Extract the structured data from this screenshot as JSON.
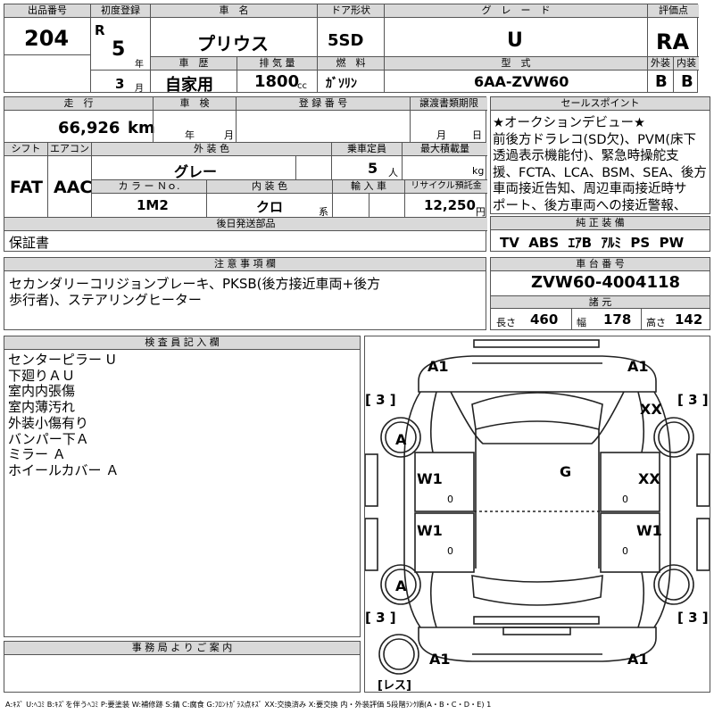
{
  "row1": {
    "h_lot": "出品番号",
    "lot": "204",
    "h_first_reg": "初度登録",
    "era": "R",
    "year_val": "5",
    "year_unit": "年",
    "month_val": "3",
    "month_unit": "月",
    "h_name": "車　名",
    "name": "プリウス",
    "h_door": "ドア形状",
    "door": "5SD",
    "h_grade": "グ　レ　ー　ド",
    "grade": "U",
    "h_score": "評価点",
    "score": "RA",
    "h_history": "車　歴",
    "history": "自家用",
    "h_disp": "排 気 量",
    "disp": "1800",
    "disp_unit": "cc",
    "h_fuel": "燃　料",
    "fuel": "ｶﾞｿﾘﾝ",
    "h_model": "型　式",
    "model": "6AA-ZVW60",
    "h_ext": "外装",
    "ext": "B",
    "h_int": "内装",
    "int": "B"
  },
  "row2": {
    "h_mileage": "走　行",
    "mileage": "66,926",
    "mileage_unit": "km",
    "h_inspect": "車　検",
    "inspect_year": "年",
    "inspect_month": "月",
    "h_plate": "登 録 番 号",
    "h_transfer": "譲渡書類期限",
    "transfer_month": "月",
    "transfer_day": "日",
    "h_shift": "シフト",
    "shift": "FAT",
    "h_ac": "エアコン",
    "ac": "AAC",
    "h_color": "外 装 色",
    "color": "グレー",
    "h_capacity": "乗車定員",
    "capacity": "5",
    "capacity_unit": "人",
    "h_load": "最大積載量",
    "load_unit": "kg",
    "h_color_no": "カ ラ ー Ｎｏ.",
    "color_no": "1M2",
    "h_int_color": "内 装 色",
    "int_color": "クロ",
    "int_color_unit": "系",
    "h_import": "輸 入 車",
    "h_recycle": "リサイクル預託金",
    "recycle": "12,250",
    "recycle_unit": "円"
  },
  "sales": {
    "header": "セールスポイント",
    "lines": [
      "★オークションデビュー★",
      "前後方ドラレコ(SD欠)、PVM(床下",
      "透過表示機能付)、緊急時操舵支",
      "援、FCTA、LCA、BSM、SEA、後方",
      "車両接近告知、周辺車両接近時サ",
      "ポート、後方車両への接近警報、"
    ]
  },
  "later": {
    "header": "後日発送部品",
    "value": "保証書"
  },
  "equipment": {
    "header": "純 正 装 備",
    "value": "TV  ABS  ｴｱB  ｱﾙﾐ  PS  PW"
  },
  "notes": {
    "header": "注 意 事 項 欄",
    "lines": [
      "セカンダリーコリジョンブレーキ、PKSB(後方接近車両+後方",
      "歩行者)、ステアリングヒーター"
    ]
  },
  "chassis": {
    "header": "車 台 番 号",
    "value": "ZVW60-4004118"
  },
  "dims": {
    "header": "諸 元",
    "l_label": "長さ",
    "l": "460",
    "w_label": "幅",
    "w": "178",
    "h_label": "高さ",
    "h": "142"
  },
  "inspector": {
    "header": "検 査 員 記 入 欄",
    "lines": [
      "センターピラー U",
      "下廻りＡＵ",
      "室内内張傷",
      "室内薄汚れ",
      "外装小傷有り",
      "バンパー下Ａ",
      "ミラー Ａ",
      "ホイールカバー Ａ"
    ]
  },
  "office": {
    "header": "事 務 局 よ り ご 案 内"
  },
  "diagram": {
    "front_left": "A1",
    "front_right": "A1",
    "bracket_fl": "[ 3 ]",
    "bracket_fr": "[ 3 ]",
    "bracket_rl": "[ 3 ]",
    "bracket_rr": "[ 3 ]",
    "wheel_fl": "A",
    "wheel_rl": "A",
    "fender_fr": "XX",
    "roof": "G",
    "door_fl": "W1",
    "door_fl_sub": "0",
    "door_fr": "XX",
    "door_fr_sub": "0",
    "door_rl": "W1",
    "door_rl_sub": "0",
    "door_rr": "W1",
    "door_rr_sub": "0",
    "rear_left": "A1",
    "rear_right": "A1",
    "rear_note": "[レス]"
  },
  "legend": "A:ｷｽﾞ  U:ﾍｺﾐ  B:ｷｽﾞを伴うﾍｺﾐ  P:要塗装  W:補修跡  S:錆  C:腐食  G:ﾌﾛﾝﾄｶﾞﾗｽ点ｷｽﾞ  XX:交換済み  X:要交換  内・外装評価  5段階ﾗﾝｸ順(A・B・C・D・E) 1"
}
